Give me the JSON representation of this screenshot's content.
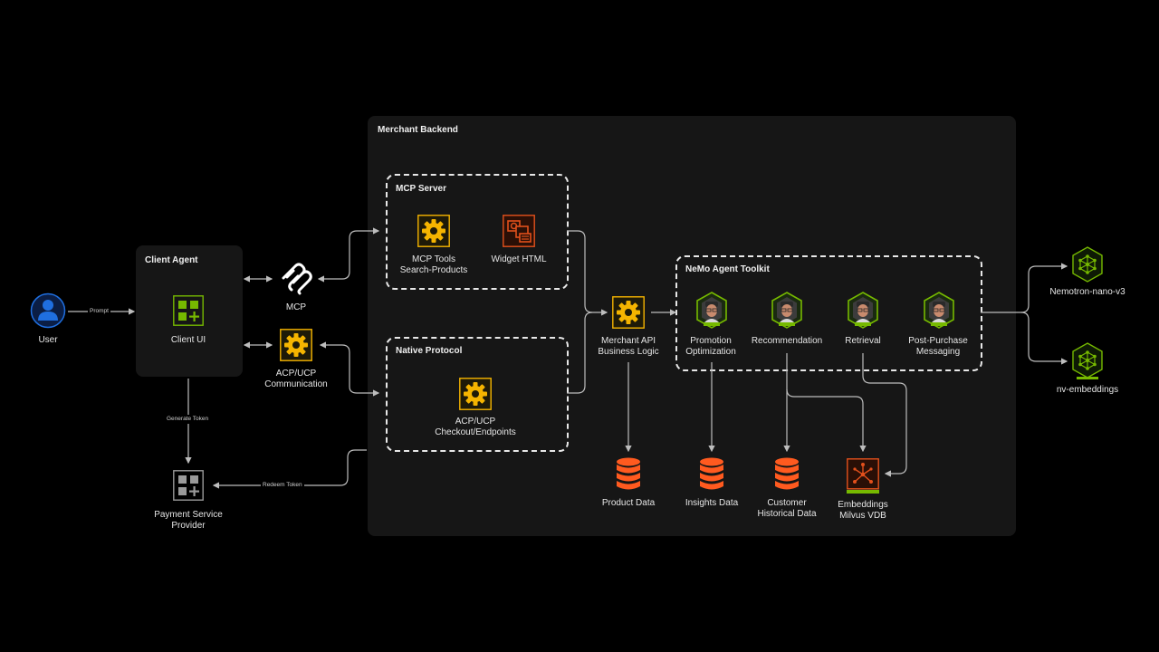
{
  "user": {
    "label": "User",
    "prompt_label": "Prompt"
  },
  "client_agent": {
    "title": "Client Agent",
    "client_ui_label": "Client UI"
  },
  "mcp": {
    "label": "MCP"
  },
  "acp": {
    "label_line1": "ACP/UCP",
    "label_line2": "Communication"
  },
  "generate_token": "Generate Token",
  "redeem_token": "Redeem Token",
  "payment": {
    "label_line1": "Payment Service",
    "label_line2": "Provider"
  },
  "merchant_backend": {
    "title": "Merchant Backend"
  },
  "mcp_server": {
    "title": "MCP Server",
    "tools_line1": "MCP Tools",
    "tools_line2": "Search-Products",
    "widget_label": "Widget HTML"
  },
  "native_protocol": {
    "title": "Native Protocol",
    "checkout_line1": "ACP/UCP",
    "checkout_line2": "Checkout/Endpoints"
  },
  "merchant_api": {
    "line1": "Merchant API",
    "line2": "Business Logic"
  },
  "nemo": {
    "title": "NeMo Agent Toolkit",
    "agents": [
      {
        "line1": "Promotion",
        "line2": "Optimization"
      },
      {
        "line1": "Recommendation",
        "line2": ""
      },
      {
        "line1": "Retrieval",
        "line2": ""
      },
      {
        "line1": "Post-Purchase",
        "line2": "Messaging"
      }
    ]
  },
  "data_stores": [
    {
      "line1": "Product Data",
      "line2": ""
    },
    {
      "line1": "Insights Data",
      "line2": ""
    },
    {
      "line1": "Customer",
      "line2": "Historical Data"
    },
    {
      "line1": "Embeddings",
      "line2": "Milvus VDB"
    }
  ],
  "models": [
    {
      "label": "Nemotron-nano-v3"
    },
    {
      "label": "nv-embeddings"
    }
  ],
  "colors": {
    "background": "#000000",
    "panel": "#161616",
    "gear_yellow": "#f5b400",
    "nvidia_green": "#76b900",
    "db_orange": "#ff5a1f",
    "user_blue": "#1f6fe0",
    "widget_orange": "#e2501c"
  }
}
